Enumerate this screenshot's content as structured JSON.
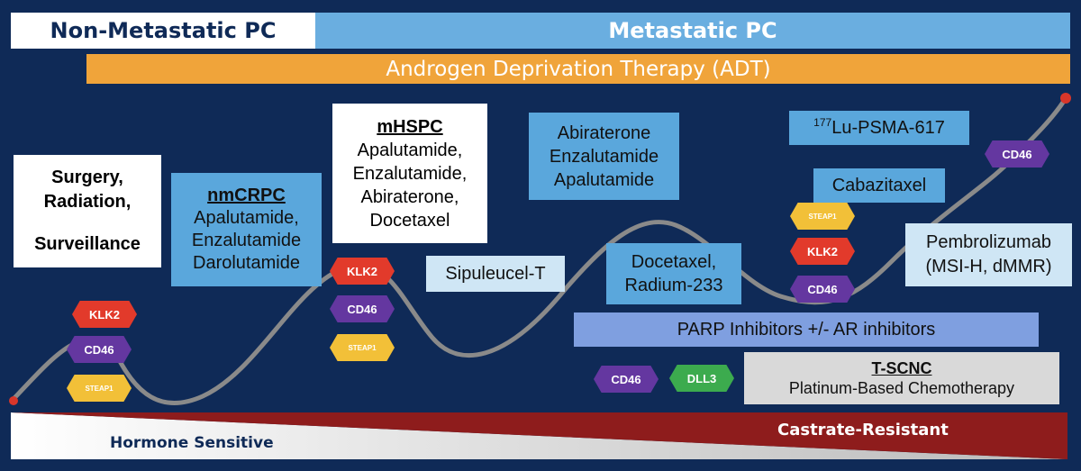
{
  "header": {
    "non_metastatic": "Non-Metastatic PC",
    "metastatic": "Metastatic PC",
    "adt": "Androgen Deprivation Therapy (ADT)"
  },
  "stages": {
    "local": {
      "lines": [
        "Surgery,",
        "Radiation,",
        "Surveillance"
      ]
    },
    "nmcrpc": {
      "title": "nmCRPC",
      "lines": [
        "Apalutamide,",
        "Enzalutamide",
        "Darolutamide"
      ]
    },
    "mhspc": {
      "title": "mHSPC",
      "lines": [
        "Apalutamide,",
        "Enzalutamide,",
        "Abiraterone,",
        "Docetaxel"
      ]
    },
    "abiraterone": {
      "lines": [
        "Abiraterone",
        "Enzalutamide",
        "Apalutamide"
      ]
    },
    "sipuleucel": "Sipuleucel-T",
    "docetaxel_radium": {
      "lines": [
        "Docetaxel,",
        "Radium-233"
      ]
    },
    "lu_psma": {
      "superscript": "177",
      "text": "Lu-PSMA-617"
    },
    "cabazitaxel": "Cabazitaxel",
    "pembrolizumab": {
      "lines": [
        "Pembrolizumab",
        "(MSI-H, dMMR)"
      ]
    },
    "parp": "PARP Inhibitors +/- AR inhibitors",
    "tscnc": {
      "title": "T-SCNC",
      "subtitle": "Platinum-Based Chemotherapy"
    }
  },
  "targets": {
    "klk2": "KLK2",
    "cd46": "CD46",
    "steap1": "STEAP1",
    "dll3": "DLL3"
  },
  "bottom": {
    "hormone_sensitive": "Hormone Sensitive",
    "castrate_resistant": "Castrate-Resistant"
  },
  "colors": {
    "background": "#0f2a57",
    "metastatic": "#6aaee0",
    "adt": "#f0a43a",
    "klk2": "#e23a2b",
    "cd46": "#6437a0",
    "steap1": "#f2c038",
    "dll3": "#3cab4e",
    "castrate_resistant": "#8e1c1c",
    "parp": "#7f9fe0"
  }
}
